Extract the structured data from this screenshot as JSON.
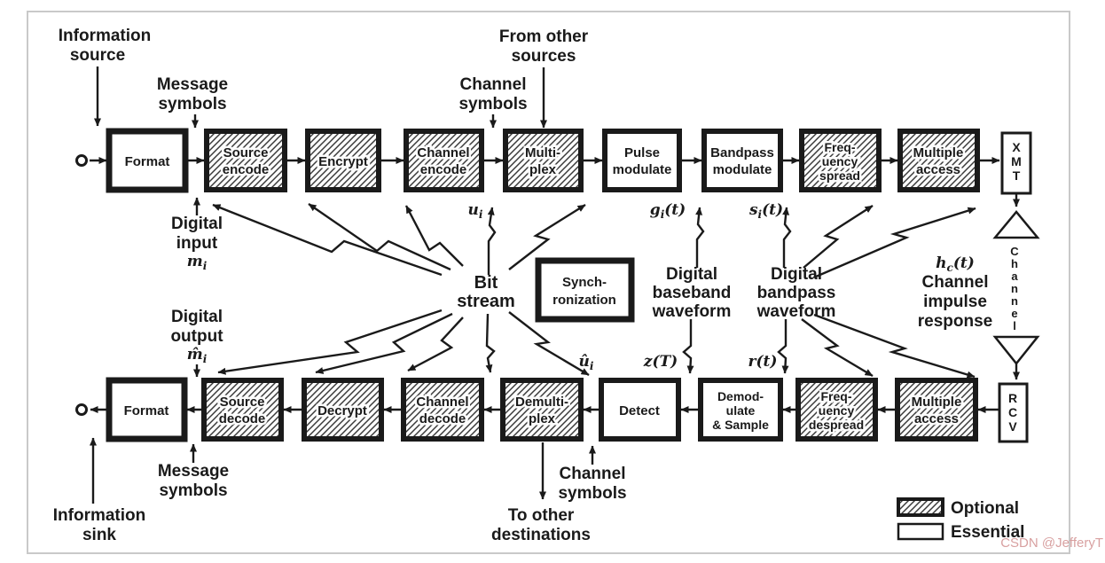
{
  "figure": {
    "watermark": "CSDN @JefferyT"
  },
  "colors": {
    "ink": "#1a1a1a",
    "frame": "#c9c9c9",
    "watermark": "#d8a0a0",
    "paper": "#ffffff"
  },
  "legend": {
    "optional": "Optional",
    "essential": "Essential"
  },
  "blocks": {
    "top": [
      {
        "name": "format-tx",
        "type": "essential",
        "lines": [
          "Format"
        ]
      },
      {
        "name": "source-encode",
        "type": "optional",
        "lines": [
          "Source",
          "encode"
        ]
      },
      {
        "name": "encrypt",
        "type": "optional",
        "lines": [
          "Encrypt"
        ]
      },
      {
        "name": "channel-encode",
        "type": "optional",
        "lines": [
          "Channel",
          "encode"
        ]
      },
      {
        "name": "multiplex",
        "type": "optional",
        "lines": [
          "Multi-",
          "plex"
        ]
      },
      {
        "name": "pulse-modulate",
        "type": "essential",
        "lines": [
          "Pulse",
          "modulate"
        ]
      },
      {
        "name": "bandpass-modulate",
        "type": "essential",
        "lines": [
          "Bandpass",
          "modulate"
        ]
      },
      {
        "name": "frequency-spread",
        "type": "optional",
        "lines": [
          "Freq-",
          "uency",
          "spread"
        ]
      },
      {
        "name": "multiple-access-tx",
        "type": "optional",
        "lines": [
          "Multiple",
          "access"
        ]
      },
      {
        "name": "xmt",
        "type": "essential",
        "lines": [
          "X",
          "M",
          "T"
        ]
      }
    ],
    "bottom": [
      {
        "name": "format-rx",
        "type": "essential",
        "lines": [
          "Format"
        ]
      },
      {
        "name": "source-decode",
        "type": "optional",
        "lines": [
          "Source",
          "decode"
        ]
      },
      {
        "name": "decrypt",
        "type": "optional",
        "lines": [
          "Decrypt"
        ]
      },
      {
        "name": "channel-decode",
        "type": "optional",
        "lines": [
          "Channel",
          "decode"
        ]
      },
      {
        "name": "demultiplex",
        "type": "optional",
        "lines": [
          "Demulti-",
          "plex"
        ]
      },
      {
        "name": "detect",
        "type": "essential",
        "lines": [
          "Detect"
        ]
      },
      {
        "name": "demodulate-sample",
        "type": "essential",
        "lines": [
          "Demod-",
          "ulate",
          "& Sample"
        ]
      },
      {
        "name": "frequency-despread",
        "type": "optional",
        "lines": [
          "Freq-",
          "uency",
          "despread"
        ]
      },
      {
        "name": "multiple-access-rx",
        "type": "optional",
        "lines": [
          "Multiple",
          "access"
        ]
      },
      {
        "name": "rcv",
        "type": "essential",
        "lines": [
          "R",
          "C",
          "V"
        ]
      }
    ],
    "sync": {
      "lines": [
        "Synch-",
        "ronization"
      ]
    },
    "channel_path": {
      "vertical_label": [
        "C",
        "h",
        "a",
        "n",
        "n",
        "e",
        "l"
      ]
    }
  },
  "labels": {
    "information_source": [
      "Information",
      "source"
    ],
    "message_symbols_top": [
      "Message",
      "symbols"
    ],
    "from_other_sources": [
      "From other",
      "sources"
    ],
    "channel_symbols_top": [
      "Channel",
      "symbols"
    ],
    "digital_input": [
      "Digital",
      "input"
    ],
    "digital_output": [
      "Digital",
      "output"
    ],
    "bit_stream": [
      "Bit",
      "stream"
    ],
    "digital_baseband_waveform": [
      "Digital",
      "baseband",
      "waveform"
    ],
    "digital_bandpass_waveform": [
      "Digital",
      "bandpass",
      "waveform"
    ],
    "channel_impulse_response": [
      "Channel",
      "impulse",
      "response"
    ],
    "message_symbols_bottom": [
      "Message",
      "symbols"
    ],
    "channel_symbols_bottom": [
      "Channel",
      "symbols"
    ],
    "to_other_destinations": [
      "To other",
      "destinations"
    ],
    "information_sink": [
      "Information",
      "sink"
    ]
  },
  "signals": {
    "mi": {
      "base": "m",
      "sub": "i"
    },
    "mi_hat": {
      "base": "m̂",
      "sub": "i"
    },
    "ui": {
      "base": "u",
      "sub": "i"
    },
    "ui_hat": {
      "base": "û",
      "sub": "i"
    },
    "gi": {
      "base": "g",
      "sub": "i",
      "args": "(t)"
    },
    "si": {
      "base": "s",
      "sub": "i",
      "args": "(t)"
    },
    "z": {
      "base": "z",
      "args": "(T)"
    },
    "r": {
      "base": "r",
      "args": "(t)"
    },
    "hc": {
      "base": "h",
      "sub": "c",
      "args": "(t)"
    }
  }
}
